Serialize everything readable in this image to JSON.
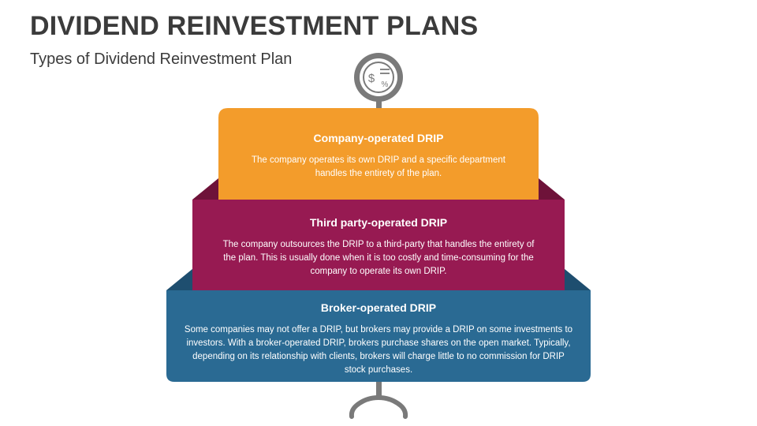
{
  "header": {
    "title": "DIVIDEND REINVESTMENT PLANS",
    "subtitle": "Types of Dividend Reinvestment Plan"
  },
  "icon": {
    "name": "dollar-percent-icon"
  },
  "colors": {
    "top": "#F39C2B",
    "middle": "#971A52",
    "bottom": "#2A6A93",
    "connector": "#7A7A7A"
  },
  "levels": [
    {
      "heading": "Company-operated DRIP",
      "body": "The company operates its own DRIP and a specific department handles the entirety of the plan."
    },
    {
      "heading": "Third party-operated DRIP",
      "body": "The company outsources the DRIP to a third-party that handles the entirety of the plan. This is usually done when it is too costly and time-consuming for the company to operate its own DRIP."
    },
    {
      "heading": "Broker-operated DRIP",
      "body": "Some companies may not offer a DRIP, but brokers may provide a DRIP on some investments to investors. With a broker-operated DRIP, brokers purchase shares on the open market. Typically, depending on its relationship with clients, brokers will charge little to no commission for DRIP stock purchases."
    }
  ]
}
